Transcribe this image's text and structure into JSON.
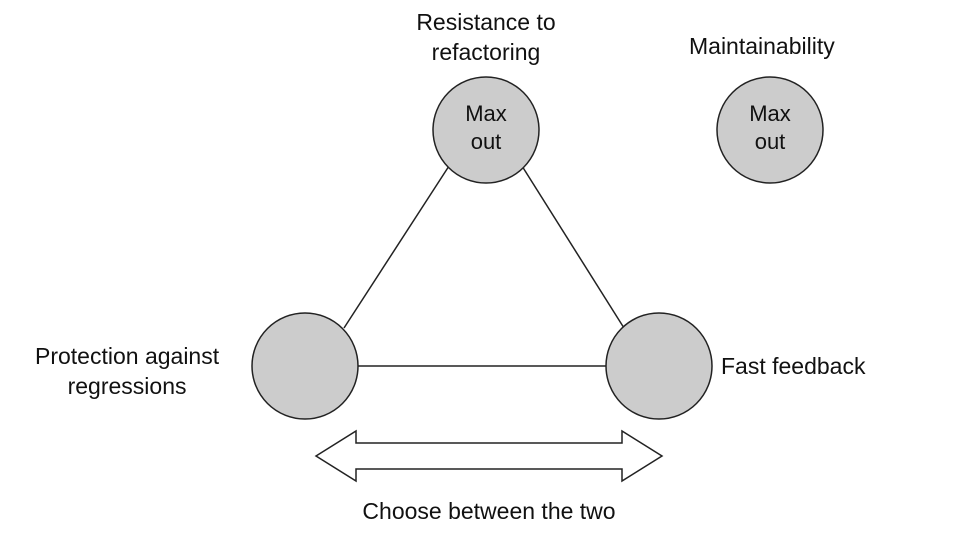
{
  "nodes": {
    "resistance": {
      "label": "Resistance to\nrefactoring",
      "inner": "Max\nout"
    },
    "maintainability": {
      "label": "Maintainability",
      "inner": "Max\nout"
    },
    "protection": {
      "label": "Protection against\nregressions",
      "inner": ""
    },
    "fast_feedback": {
      "label": "Fast feedback",
      "inner": ""
    }
  },
  "arrow": {
    "label": "Choose between the two"
  },
  "colors": {
    "node_fill": "#cccccc",
    "stroke": "#222222"
  }
}
